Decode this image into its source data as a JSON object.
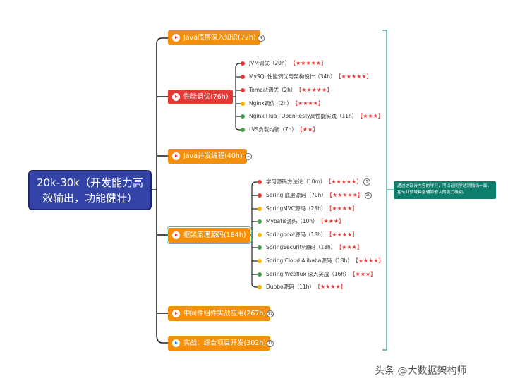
{
  "root": {
    "title": "20k-30k（开发能力高效输出，功能健壮）"
  },
  "topics": [
    {
      "label": "Java底层深入知识(72h)",
      "badge": "4",
      "color": "orange",
      "icon": "play-icon"
    },
    {
      "label": "性能调优(76h)",
      "badge": "",
      "color": "red",
      "icon": "play-icon",
      "leaves": [
        {
          "text": "JVM调优（20h）",
          "stars": "【★★★★★】",
          "dot": "#e53935"
        },
        {
          "text": "MySQL性能调优与架构设计（34h）",
          "stars": "【★★★★★】",
          "dot": "#e53935"
        },
        {
          "text": "Tomcat调优（2h）",
          "stars": "【★★★★★】",
          "dot": "#e53935"
        },
        {
          "text": "Nginx调优（2h）",
          "stars": "【★★★★】",
          "dot": "#f4b400"
        },
        {
          "text": "Nginx+lua+OpenResty高性能实践（11h）",
          "stars": "【★★★】",
          "dot": "#43a047"
        },
        {
          "text": "LVS负载均衡（7h）",
          "stars": "【★★】",
          "dot": "#43a047"
        }
      ]
    },
    {
      "label": "Java并发编程(40h)",
      "badge": "−",
      "color": "orange",
      "icon": "play-icon"
    },
    {
      "label": "框架原理源码(184h)",
      "badge": "",
      "color": "orange",
      "icon": "play-icon",
      "leaves": [
        {
          "text": "学习源码方法论（10m）",
          "stars": "【★★★★★】",
          "dot": "#e53935",
          "badge": "5"
        },
        {
          "text": "Spring 底层源码（70h）",
          "stars": "【★★★★★】",
          "dot": "#e53935",
          "badge": "10"
        },
        {
          "text": "SpringMVC源码（23h）",
          "stars": "【★★★★】",
          "dot": "#f4b400"
        },
        {
          "text": "Mybatis源码（10h）",
          "stars": "【★★★】",
          "dot": "#43a047"
        },
        {
          "text": "Springboot源码（18h）",
          "stars": "【★★★★】",
          "dot": "#f4b400"
        },
        {
          "text": "SpringSecurity源码（18h）",
          "stars": "【★★★】",
          "dot": "#43a047"
        },
        {
          "text": "Spring Cloud Alibaba源码（18h）",
          "stars": "【★★★★】",
          "dot": "#f4b400"
        },
        {
          "text": "Spring Webflux 深入实战（16h）",
          "stars": "【★★★】",
          "dot": "#43a047"
        },
        {
          "text": "Dubbo源码（11h）",
          "stars": "【★★★★】",
          "dot": "#f4b400"
        }
      ]
    },
    {
      "label": "中间件组件实战应用(267h)",
      "badge": "17",
      "color": "orange",
      "icon": "play-icon"
    },
    {
      "label": "实战：综合项目开发(302h)",
      "badge": "11",
      "color": "orange",
      "icon": "play-icon-blue"
    }
  ],
  "summary": {
    "text": "通过这部分内容的学习，可以让同学达到独挡一面，在专业领域具备辅导他人的能力级别。"
  },
  "watermark": {
    "text": "头条 @大数据架构师"
  }
}
